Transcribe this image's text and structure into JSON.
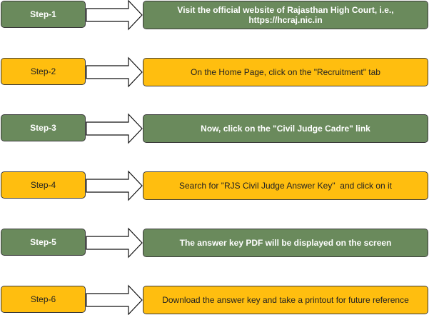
{
  "steps": [
    {
      "label": "Step-1",
      "text": "Visit the official website of Rajasthan High Court, i.e., https://hcraj.nic.in",
      "variant": "green"
    },
    {
      "label": "Step-2",
      "text": "On the Home Page, click on the \"Recruitment\" tab",
      "variant": "orange"
    },
    {
      "label": "Step-3",
      "text": "Now, click on the \"Civil Judge Cadre\" link",
      "variant": "green"
    },
    {
      "label": "Step-4",
      "text": "Search for \"RJS Civil Judge Answer Key\"  and click on it",
      "variant": "orange"
    },
    {
      "label": "Step-5",
      "text": "The answer key PDF will be displayed on the screen",
      "variant": "green"
    },
    {
      "label": "Step-6",
      "text": "Download the answer key and take a printout for future reference",
      "variant": "orange"
    }
  ],
  "colors": {
    "green": "#6a8a5c",
    "orange": "#ffbe0f",
    "border": "#3a3a3a"
  }
}
